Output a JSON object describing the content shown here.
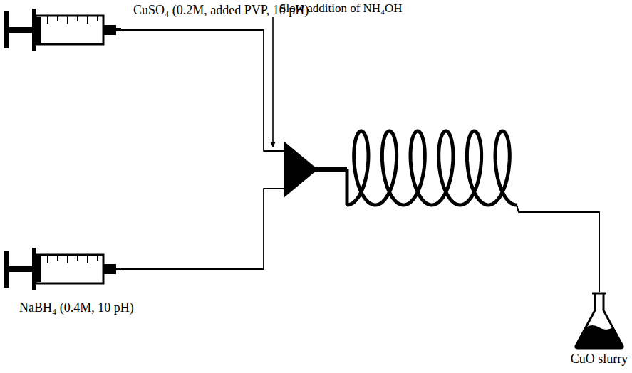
{
  "diagram": {
    "nodes": [
      {
        "text": [
          "CuSO₄ (0.2M, added PVP, 10 pH)"
        ]
      },
      {
        "text": [
          "NaBH₄ (0.4M, 10 pH)"
        ]
      },
      {
        "text": [
          "CuO slurry"
        ]
      }
    ],
    "edges": [
      {
        "from": 0,
        "to": 2,
        "arrow": "none"
      },
      {
        "from": 1,
        "to": 2,
        "arrow": "none"
      }
    ],
    "labels": [
      "Slow addition of NH₄OH"
    ]
  }
}
